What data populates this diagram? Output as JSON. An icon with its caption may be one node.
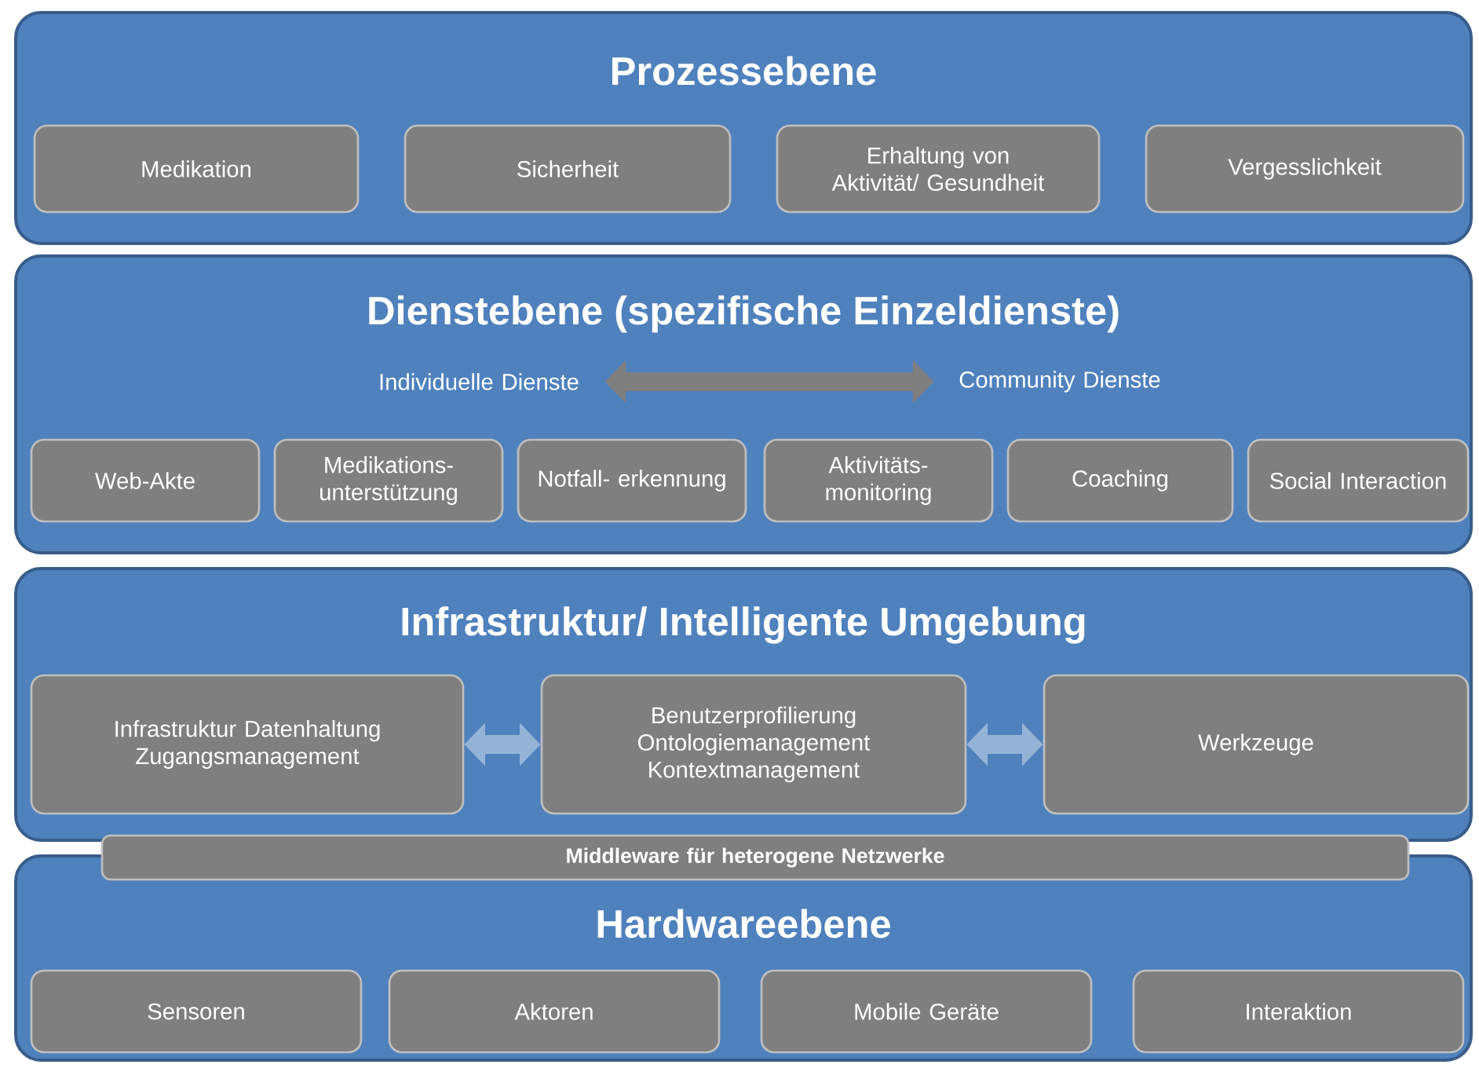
{
  "diagram": {
    "nodes": [
      {
        "text": [
          "Prozessebene"
        ]
      },
      {
        "text": [
          "Medikation"
        ],
        "in": 0
      },
      {
        "text": [
          "Sicherheit"
        ],
        "in": 0
      },
      {
        "text": [
          "Erhaltung von Aktivität/ Gesundheit"
        ],
        "in": 0
      },
      {
        "text": [
          "Vergesslichkeit"
        ],
        "in": 0
      },
      {
        "text": [
          "Dienstebene (spezifische Einzeldienste)"
        ]
      },
      {
        "text": [
          "Individuelle Dienste"
        ],
        "in": 5
      },
      {
        "text": [
          "Community Dienste"
        ],
        "in": 5
      },
      {
        "text": [
          "Web-Akte"
        ],
        "in": 5
      },
      {
        "text": [
          "Medikations- unterstützung"
        ],
        "in": 5
      },
      {
        "text": [
          "Notfall- erkennung"
        ],
        "in": 5
      },
      {
        "text": [
          "Aktivitäts- monitoring"
        ],
        "in": 5
      },
      {
        "text": [
          "Coaching"
        ],
        "in": 5
      },
      {
        "text": [
          "Social Interaction"
        ],
        "in": 5
      },
      {
        "text": [
          "Infrastruktur/ Intelligente Umgebung"
        ]
      },
      {
        "text": [
          "Infrastruktur Datenhaltung Zugangsmanagement"
        ],
        "in": 14
      },
      {
        "text": [
          "Benutzerprofilierung Ontologiemanagement Kontextmanagement"
        ],
        "in": 14
      },
      {
        "text": [
          "Werkzeuge"
        ],
        "in": 14
      },
      {
        "text": [
          "Middleware für heterogene Netzwerke"
        ]
      },
      {
        "text": [
          "Hardwareebene"
        ]
      },
      {
        "text": [
          "Sensoren"
        ],
        "in": 19
      },
      {
        "text": [
          "Aktoren"
        ],
        "in": 19
      },
      {
        "text": [
          "Mobile Geräte"
        ],
        "in": 19
      },
      {
        "text": [
          "Interaktion"
        ],
        "in": 19
      }
    ],
    "edges": [
      {
        "from": 6,
        "to": 7,
        "arrow": "both",
        "color": "#7f7f7f"
      },
      {
        "from": 15,
        "to": 16,
        "arrow": "both",
        "color": "#95b3d7"
      },
      {
        "from": 16,
        "to": 17,
        "arrow": "both",
        "color": "#95b3d7"
      }
    ]
  }
}
